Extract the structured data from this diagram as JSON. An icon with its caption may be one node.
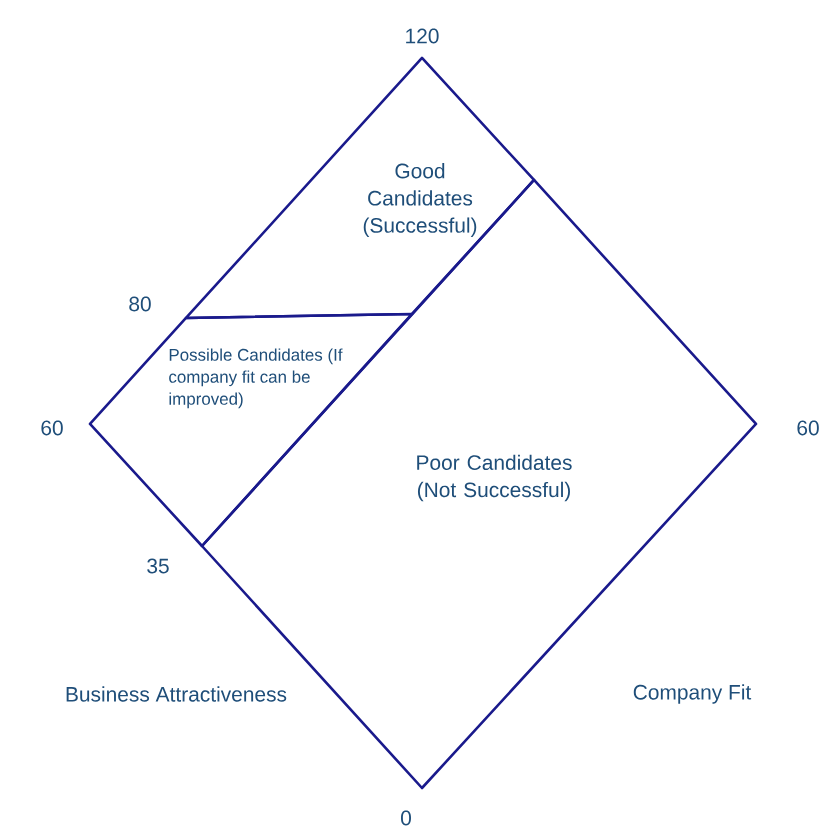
{
  "diagram": {
    "nodes": [
      {
        "text": [
          "Good Candidates (Successful)"
        ]
      },
      {
        "text": [
          "Possible Candidates (If company fit can be improved)"
        ]
      },
      {
        "text": [
          "Poor Candidates (Not Successful)"
        ]
      }
    ],
    "labels": [
      "120",
      "80",
      "60",
      "60",
      "35",
      "Business Attractiveness",
      "Company Fit",
      "0"
    ]
  }
}
